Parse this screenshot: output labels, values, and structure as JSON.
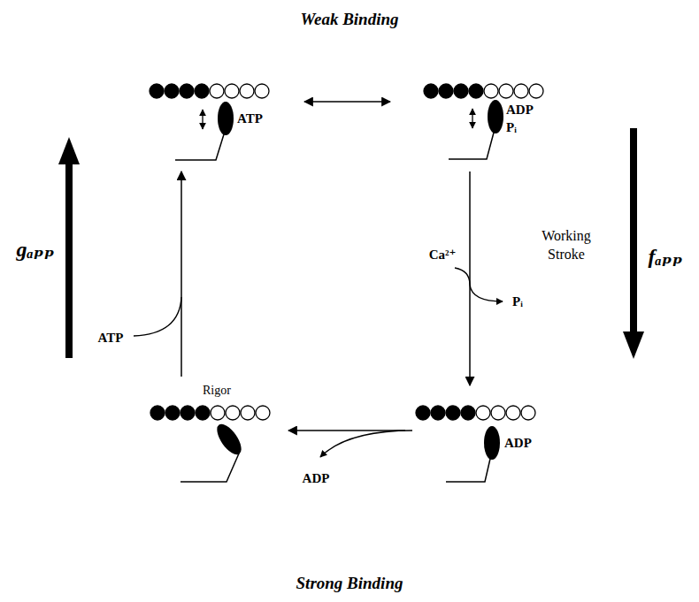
{
  "diagram": {
    "nodes": [
      {
        "text": [
          "ATP"
        ]
      },
      {
        "text": [
          "ADP Pᵢ"
        ]
      },
      {
        "text": [
          "ADP"
        ]
      },
      {
        "text": [
          "Rigor"
        ]
      }
    ],
    "edges": [
      {
        "from": 0,
        "to": 1,
        "arrow": "both"
      },
      {
        "from": 1,
        "to": 2,
        "arrow": "to",
        "label": "Working Stroke"
      },
      {
        "from": 2,
        "to": 3,
        "arrow": "to"
      },
      {
        "from": 3,
        "to": 0,
        "arrow": "to"
      }
    ],
    "labels": [
      "Weak Binding",
      "Strong Binding",
      "Ca²⁺",
      "Pᵢ",
      "fₐₚₚ",
      "gₐₚₚ",
      "ATP",
      "ADP"
    ]
  }
}
